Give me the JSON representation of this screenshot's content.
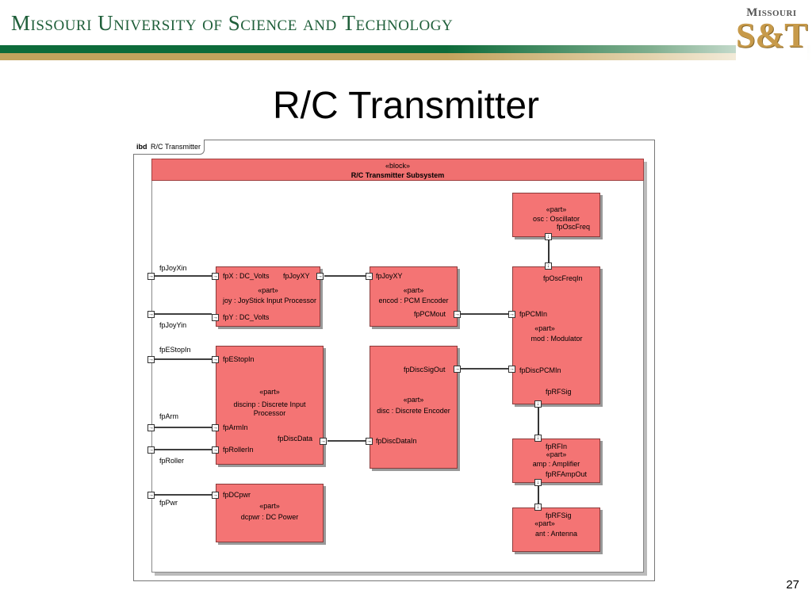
{
  "header": {
    "university": "Missouri University of Science and Technology",
    "logo_top": "Missouri",
    "logo_main": "S&T"
  },
  "slide": {
    "title": "R/C Transmitter",
    "page_number": "27"
  },
  "diagram": {
    "frame_kind": "ibd",
    "frame_name": "R/C Transmitter",
    "subsystem_stereotype": "«block»",
    "subsystem_name": "R/C Transmitter Subsystem",
    "external_ports": {
      "joyxin": "fpJoyXin",
      "joyyin": "fpJoyYin",
      "estopin": "fpEStopIn",
      "arm": "fpArm",
      "roller": "fpRoller",
      "pwr": "fpPwr"
    },
    "blocks": {
      "joy": {
        "stereotype": "«part»",
        "name": "joy : JoyStick Input Processor",
        "ports": {
          "fpx": "fpX : DC_Volts",
          "fpjoyxy": "fpJoyXY",
          "fpy": "fpY : DC_Volts"
        }
      },
      "encod": {
        "stereotype": "«part»",
        "name": "encod : PCM Encoder",
        "ports": {
          "fpjoyxy": "fpJoyXY",
          "fppcmout": "fpPCMout"
        }
      },
      "osc": {
        "stereotype": "«part»",
        "name": "osc : Oscillator",
        "ports": {
          "fposcfreq": "fpOscFreq"
        }
      },
      "mod": {
        "stereotype": "«part»",
        "name": "mod : Modulator",
        "ports": {
          "fposcfreqin": "fpOscFreqIn",
          "fppcmin": "fpPCMIn",
          "fpdiscpcmin": "fpDiscPCMIn",
          "fprfsig": "fpRFSig"
        }
      },
      "discinp": {
        "stereotype": "«part»",
        "name": "discinp : Discrete Input Processor",
        "ports": {
          "fpestopin": "fpEStopIn",
          "fparmin": "fpArmIn",
          "fprollerin": "fpRollerIn",
          "fpdiscdata": "fpDiscData"
        }
      },
      "disc": {
        "stereotype": "«part»",
        "name": "disc : Discrete Encoder",
        "ports": {
          "fpdiscsigout": "fpDiscSigOut",
          "fpdiscdatain": "fpDiscDataIn"
        }
      },
      "amp": {
        "stereotype": "«part»",
        "name": "amp : Amplifier",
        "ports": {
          "fprfin": "fpRFIn",
          "fprfampout": "fpRFAmpOut"
        }
      },
      "ant": {
        "stereotype": "«part»",
        "name": "ant : Antenna",
        "ports": {
          "fprfsig": "fpRFSig"
        }
      },
      "dcpwr": {
        "stereotype": "«part»",
        "name": "dcpwr : DC Power",
        "ports": {
          "fpdcpwr": "fpDCpwr"
        }
      }
    }
  },
  "colors": {
    "block_fill": "#f47474",
    "header_green": "#0d6b3a",
    "header_gold": "#c2a35c"
  }
}
